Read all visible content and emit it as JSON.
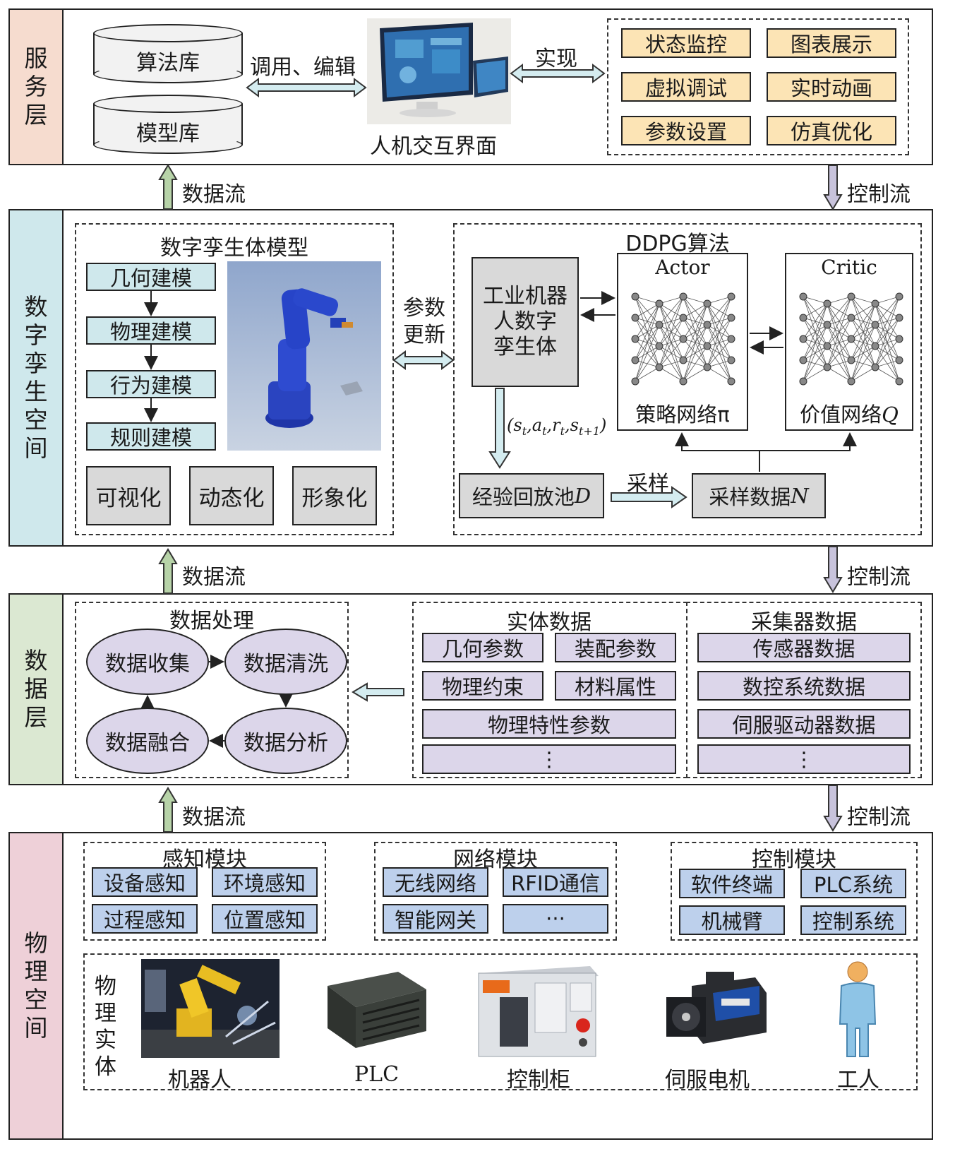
{
  "colors": {
    "service": "#f6dccf",
    "twin": "#cfe8ec",
    "data": "#dbe8d2",
    "physical": "#eed0d8",
    "orange_box": "#fce4b5",
    "cyan_box": "#cfe8ec",
    "gray_box": "#d9d9d9",
    "lavender": "#dcd6ea",
    "blue_box": "#bdd0ec",
    "up_arrow": "#b7d3a8",
    "down_arrow": "#c8c3dc"
  },
  "service_layer": {
    "label": [
      "服",
      "务",
      "层"
    ],
    "algo_lib": "算法库",
    "model_lib": "模型库",
    "call_edit": "调用、编辑",
    "hmi_label": "人机交互界面",
    "realize": "实现",
    "functions": [
      "状态监控",
      "图表展示",
      "虚拟调试",
      "实时动画",
      "参数设置",
      "仿真优化"
    ]
  },
  "flows": {
    "data_flow": "数据流",
    "control_flow": "控制流"
  },
  "twin_layer": {
    "label": [
      "数",
      "字",
      "孪",
      "生",
      "空",
      "间"
    ],
    "model_title": "数字孪生体模型",
    "modeling_steps": [
      "几何建模",
      "物理建模",
      "行为建模",
      "规则建模"
    ],
    "properties": [
      "可视化",
      "动态化",
      "形象化"
    ],
    "param_update": [
      "参数",
      "更新"
    ],
    "ddpg_title": "DDPG算法",
    "robot_twin": [
      "工业机器",
      "人数字",
      "孪生体"
    ],
    "actor": "Actor",
    "actor_net": "策略网络π",
    "critic": "Critic",
    "critic_net": "价值网络",
    "critic_q": "Q",
    "transition": "(s_t,a_t,r_t,s_t+1)",
    "replay": "经验回放池",
    "replay_d": "D",
    "sampling": "采样",
    "sample_data": "采样数据",
    "sample_n": "N"
  },
  "data_layer": {
    "label": [
      "数",
      "据",
      "层"
    ],
    "processing_title": "数据处理",
    "processing": [
      "数据收集",
      "数据清洗",
      "数据分析",
      "数据融合"
    ],
    "entity_title": "实体数据",
    "entity_items": [
      "几何参数",
      "装配参数",
      "物理约束",
      "材料属性",
      "物理特性参数",
      "⋮"
    ],
    "collector_title": "采集器数据",
    "collector_items": [
      "传感器数据",
      "数控系统数据",
      "伺服驱动器数据",
      "⋮"
    ]
  },
  "physical_layer": {
    "label": [
      "物",
      "理",
      "空",
      "间"
    ],
    "sense_title": "感知模块",
    "sense_items": [
      "设备感知",
      "环境感知",
      "过程感知",
      "位置感知"
    ],
    "network_title": "网络模块",
    "network_items": [
      "无线网络",
      "RFID通信",
      "智能网关",
      "···"
    ],
    "control_title": "控制模块",
    "control_items": [
      "软件终端",
      "PLC系统",
      "机械臂",
      "控制系统"
    ],
    "entity_label": [
      "物",
      "理",
      "实",
      "体"
    ],
    "entities": [
      "机器人",
      "PLC",
      "控制柜",
      "伺服电机",
      "工人"
    ]
  }
}
